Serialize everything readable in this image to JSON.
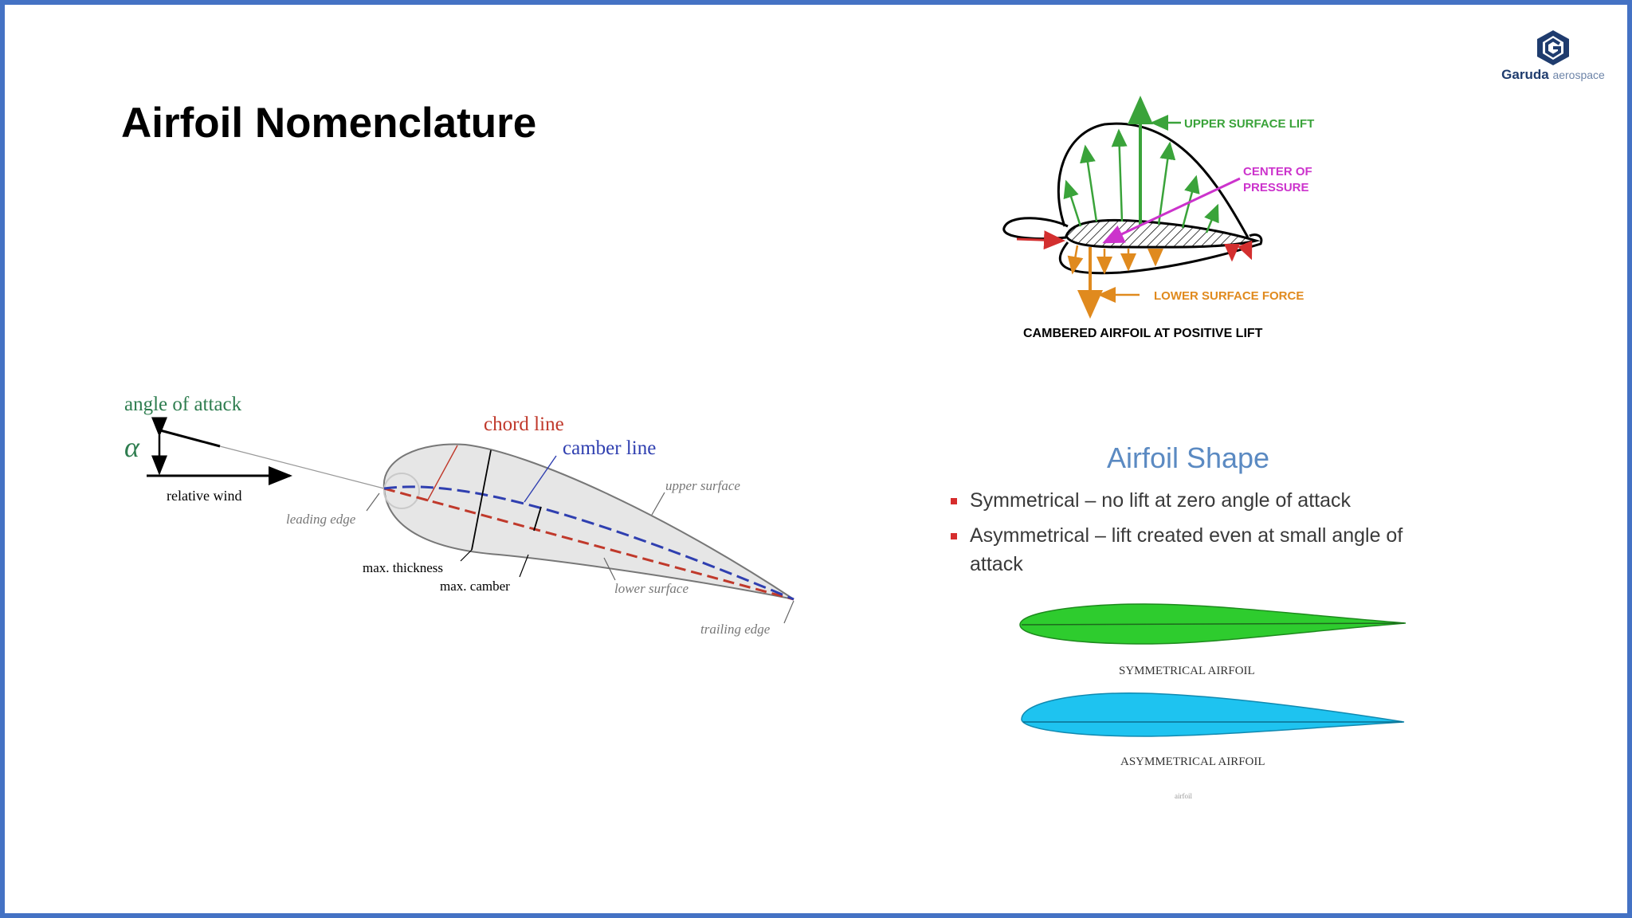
{
  "slide": {
    "title": "Airfoil Nomenclature",
    "accent_border": "#4472c4"
  },
  "logo": {
    "brand": "Garuda",
    "suffix": "aerospace",
    "icon": "garuda-hexagon-logo-icon"
  },
  "nomenclature_diagram": {
    "angle_of_attack": "angle of attack",
    "alpha": "α",
    "relative_wind": "relative wind",
    "chord_line": "chord line",
    "camber_line": "camber line",
    "upper_surface": "upper surface",
    "leading_edge": "leading edge",
    "max_thickness": "max. thickness",
    "max_camber": "max. camber",
    "lower_surface": "lower surface",
    "trailing_edge": "trailing edge",
    "colors": {
      "angle_label": "#2e7d4f",
      "chord": "#c0392b",
      "camber": "#2f3fb0",
      "airfoil_fill": "#e6e6e6"
    }
  },
  "pressure_diagram": {
    "upper_surface_lift": "UPPER SURFACE LIFT",
    "center_of_pressure_1": "CENTER OF",
    "center_of_pressure_2": "PRESSURE",
    "lower_surface_force": "LOWER SURFACE FORCE",
    "caption": "CAMBERED AIRFOIL AT POSITIVE LIFT",
    "colors": {
      "upper": "#3aa33a",
      "center": "#cc33cc",
      "lower": "#e08a1e",
      "red_arrows": "#d32f2f"
    }
  },
  "airfoil_shape": {
    "heading": "Airfoil Shape",
    "bullets": [
      "Symmetrical – no lift at zero angle of attack",
      "Asymmetrical – lift created even at small angle of attack"
    ],
    "symmetrical_caption": "SYMMETRICAL AIRFOIL",
    "asymmetrical_caption": "ASYMMETRICAL AIRFOIL",
    "small_caption": "airfoil",
    "colors": {
      "symmetrical": "#2ecc2e",
      "asymmetrical": "#1ec3f0",
      "bullet": "#d62d2d"
    }
  }
}
